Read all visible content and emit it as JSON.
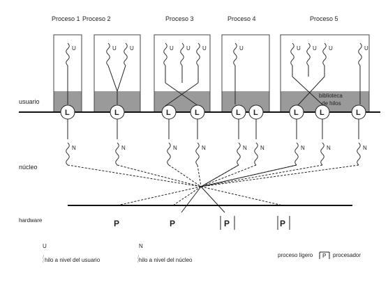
{
  "processes": [
    {
      "label": "Proceso 1"
    },
    {
      "label": "Proceso 2"
    },
    {
      "label": "Proceso 3"
    },
    {
      "label": "Proceso 4"
    },
    {
      "label": "Proceso 5"
    }
  ],
  "layers": {
    "user": "usuario",
    "kernel": "núcleo",
    "hardware": "hardware"
  },
  "library": {
    "line1": "biblioteca",
    "line2": "de hilos"
  },
  "symbols": {
    "user_thread": "U",
    "kernel_thread": "N",
    "lightweight": "L",
    "processor": "P"
  },
  "legend": {
    "user_thread_text": "hilo a nivel del usuario",
    "kernel_thread_text": "hilo a nivel del núcleo",
    "lightweight_text": "proceso ligero",
    "processor_text": "procesador"
  }
}
